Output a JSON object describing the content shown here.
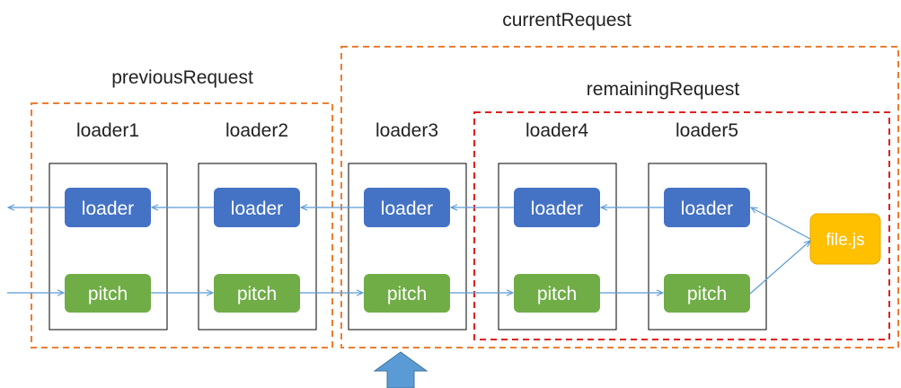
{
  "labels": {
    "current_request": "currentRequest",
    "previous_request": "previousRequest",
    "remaining_request": "remainingRequest"
  },
  "loaders": [
    {
      "name": "loader1",
      "normal": "loader",
      "pitch": "pitch"
    },
    {
      "name": "loader2",
      "normal": "loader",
      "pitch": "pitch"
    },
    {
      "name": "loader3",
      "normal": "loader",
      "pitch": "pitch"
    },
    {
      "name": "loader4",
      "normal": "loader",
      "pitch": "pitch"
    },
    {
      "name": "loader5",
      "normal": "loader",
      "pitch": "pitch"
    }
  ],
  "file": "file.js",
  "colors": {
    "orange_dash": "#ED7D31",
    "red_dash": "#E0201C",
    "loader_fill": "#4472C4",
    "pitch_fill": "#70AD47",
    "file_fill": "#FFC000",
    "file_border": "#E6A800",
    "arrow": "#5B9BD5",
    "up_arrow": "#5B9BD5"
  }
}
